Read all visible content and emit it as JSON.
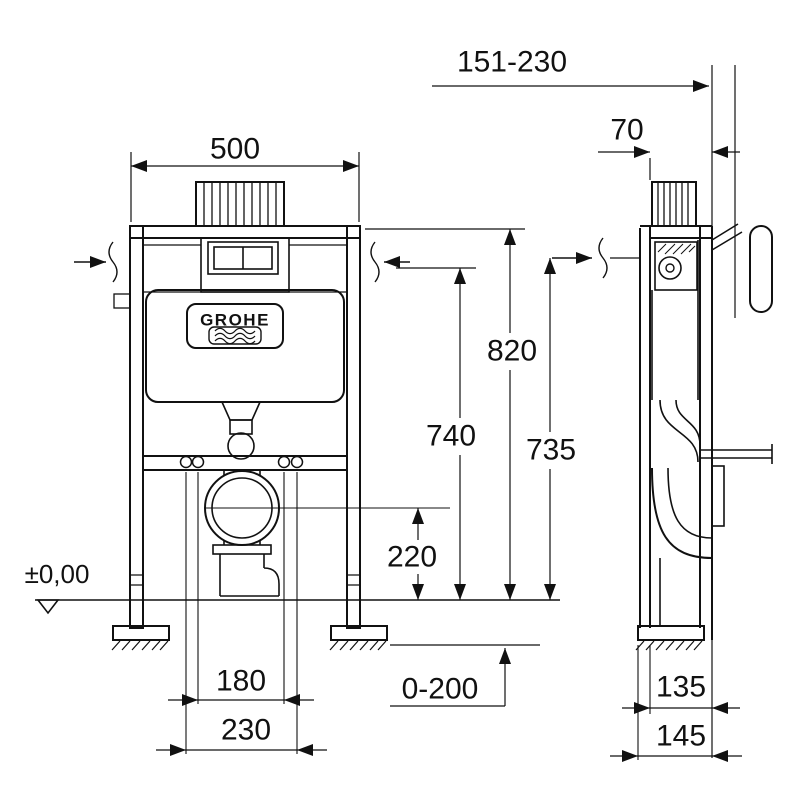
{
  "drawing": {
    "brand": "GROHE",
    "dims": {
      "wall_distance_range": "151-230",
      "top_depth": "70",
      "width": "500",
      "height_total": "820",
      "height_plate_front": "740",
      "height_plate_side": "735",
      "height_outlet": "220",
      "floor_level": "±0,00",
      "fixing_centers_180": "180",
      "fixing_centers_230": "230",
      "leg_adjustment": "0-200",
      "depth_135": "135",
      "depth_145": "145"
    }
  }
}
